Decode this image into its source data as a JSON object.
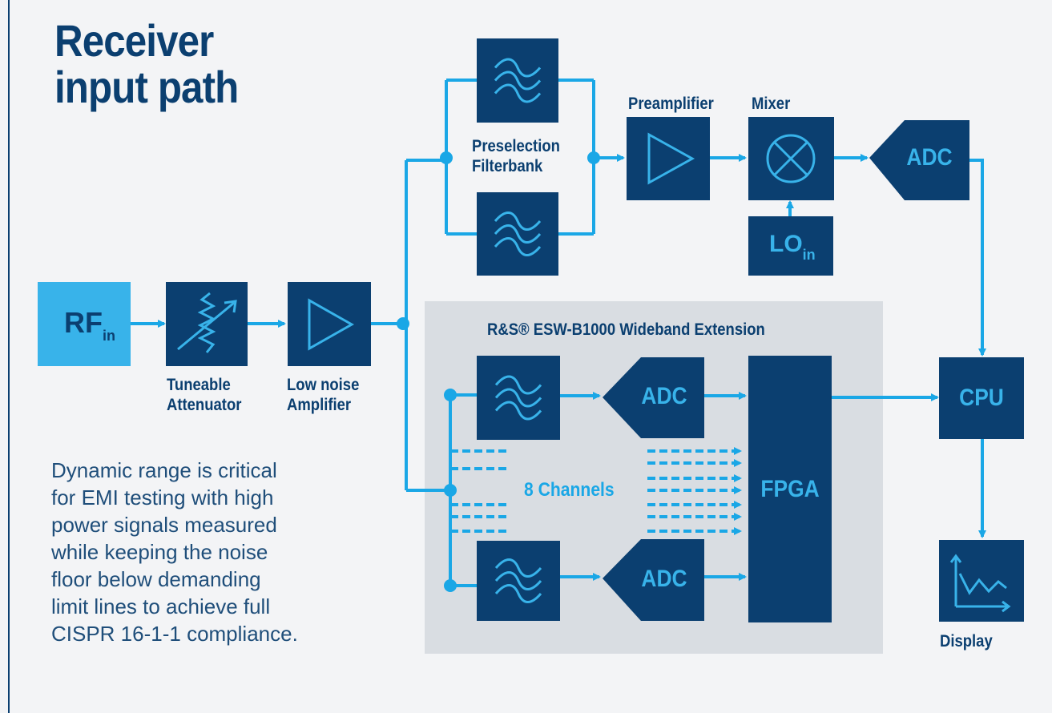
{
  "title": {
    "line1": "Receiver",
    "line2": "input path"
  },
  "description": [
    "Dynamic range is critical",
    "for EMI testing with high",
    "power signals measured",
    "while keeping the noise",
    "floor below demanding",
    "limit lines to achieve full",
    "CISPR 16-1-1 compliance."
  ],
  "blocks": {
    "rf_in": {
      "main": "RF",
      "sub": "in"
    },
    "attenuator_label": [
      "Tuneable",
      "Attenuator"
    ],
    "lna_label": [
      "Low noise",
      "Amplifier"
    ],
    "preselection_label": [
      "Preselection",
      "Filterbank"
    ],
    "preamplifier_label": "Preamplifier",
    "mixer_label": "Mixer",
    "adc_top": "ADC",
    "lo_in": {
      "main": "LO",
      "sub": "in"
    },
    "cpu": "CPU",
    "display_label": "Display"
  },
  "extension": {
    "title": "R&S® ESW-B1000 Wideband Extension",
    "adc_upper": "ADC",
    "adc_lower": "ADC",
    "fpga": "FPGA",
    "channels": "8 Channels"
  },
  "colors": {
    "background": "#f3f4f6",
    "block_dark": "#0b3f70",
    "block_light": "#38b3ea",
    "line": "#1aa7e6",
    "extension_panel": "#d9dde2"
  },
  "icons": [
    "attenuator-icon",
    "amplifier-icon",
    "filter-icon",
    "mixer-icon",
    "chart-icon"
  ]
}
